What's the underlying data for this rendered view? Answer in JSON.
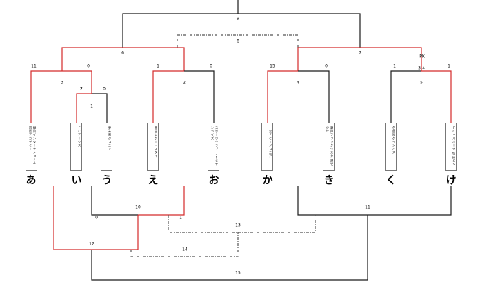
{
  "teams": [
    {
      "kana": "あ",
      "name": "緑川インターナショナル 宮島アカデミー"
    },
    {
      "kana": "い",
      "name": "ＦＣアークス"
    },
    {
      "kana": "う",
      "name": "夢未来ジュニア"
    },
    {
      "kana": "え",
      "name": "豊田レグー・スタイ"
    },
    {
      "kana": "お",
      "name": "スポーツクラブ ＪＦＣサンライズ"
    },
    {
      "kana": "か",
      "name": "一宮ＦＣ・ジュニア"
    },
    {
      "kana": "き",
      "name": "瀬戸ファンタジスタ 港北少年"
    },
    {
      "kana": "く",
      "name": "名古屋グランパス"
    },
    {
      "kana": "け",
      "name": "ＦＣ・ルボーナ 堀田ＳＳ"
    }
  ],
  "matches": {
    "m1": "1",
    "m2": "2",
    "m3": "3",
    "m4": "4",
    "m5": "5",
    "m6": "6",
    "m7": "7",
    "m8": "8",
    "m9": "9",
    "m10": "10",
    "m11": "11",
    "m12": "12",
    "m13": "13",
    "m14": "14",
    "m15": "15"
  },
  "scores": [
    {
      "id": "s-a",
      "text": "11"
    },
    {
      "id": "s-b",
      "text": "0"
    },
    {
      "id": "s-c",
      "text": "1"
    },
    {
      "id": "s-d",
      "text": "0"
    },
    {
      "id": "s-e",
      "text": "15"
    },
    {
      "id": "s-f",
      "text": "0"
    },
    {
      "id": "s-g",
      "text": "1"
    },
    {
      "id": "s-h",
      "text": "1"
    },
    {
      "id": "s-i",
      "text": "2"
    },
    {
      "id": "s-j",
      "text": "0"
    },
    {
      "id": "s-k",
      "text": "PK"
    },
    {
      "id": "s-l",
      "text": "3-4"
    },
    {
      "id": "s-m",
      "text": "0"
    },
    {
      "id": "s-n",
      "text": "1"
    }
  ],
  "colors": {
    "winner": "#d42a2a",
    "line": "#1a1a1a",
    "dash": "#555555"
  }
}
